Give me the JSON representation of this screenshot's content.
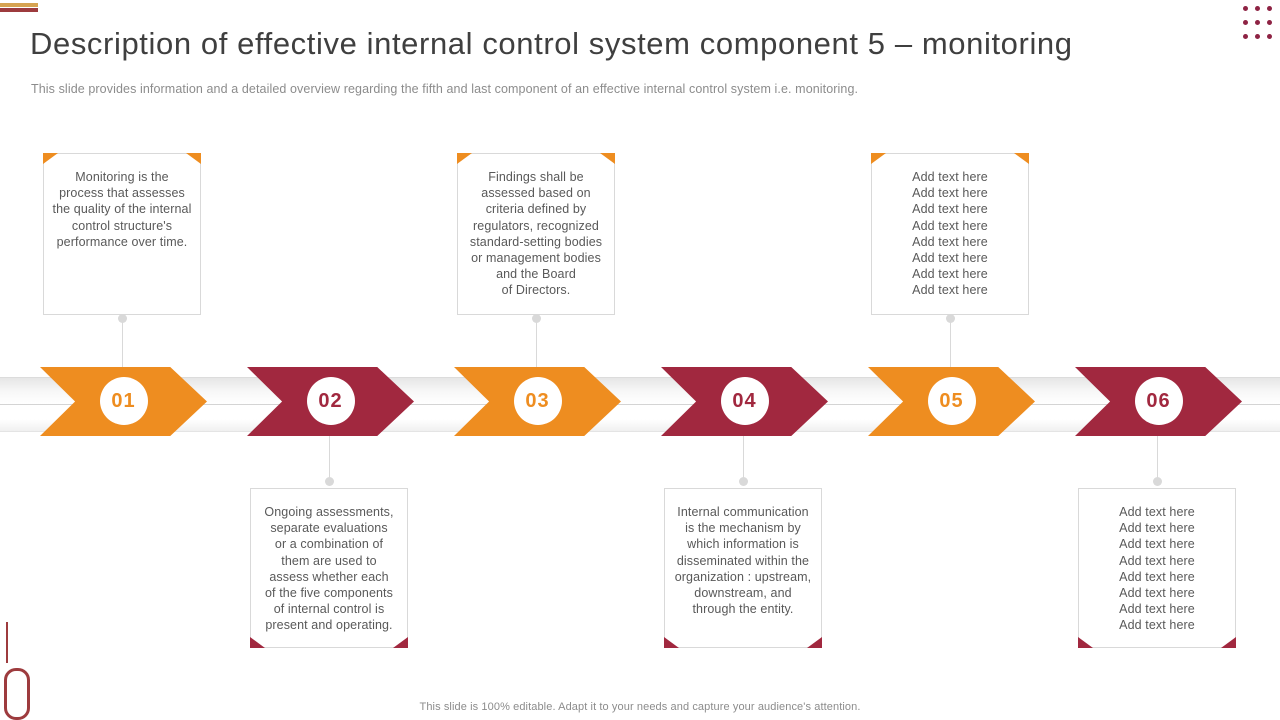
{
  "slide": {
    "title": "Description of effective internal control system component 5 – monitoring",
    "subtitle": "This slide provides information and a detailed overview regarding the fifth and last component of an effective internal control system i.e. monitoring.",
    "footer": "This slide is 100% editable. Adapt it to your needs and capture your audience's attention."
  },
  "colors": {
    "orange": "#EE8D20",
    "maroon": "#A1283F",
    "dots": "#8E2344",
    "box_border": "#D9D9D9",
    "body_text": "#595959",
    "muted_text": "#8C8C8C"
  },
  "timeline": {
    "stages": [
      {
        "number": "01",
        "color": "orange",
        "position": "top",
        "text": "Monitoring is the\nprocess that assesses\nthe quality of the internal\ncontrol structure's\nperformance over time."
      },
      {
        "number": "02",
        "color": "maroon",
        "position": "bottom",
        "text": "Ongoing assessments,\nseparate evaluations\nor a combination of\nthem are used to\nassess whether each\nof the five components\nof internal control is\npresent and operating."
      },
      {
        "number": "03",
        "color": "orange",
        "position": "top",
        "text": "Findings shall be\nassessed based on\ncriteria defined by\nregulators, recognized\nstandard-setting bodies\nor management bodies\nand the Board\nof Directors."
      },
      {
        "number": "04",
        "color": "maroon",
        "position": "bottom",
        "text": "Internal communication\nis the mechanism by\nwhich information is\ndisseminated within the\norganization : upstream,\ndownstream, and\nthrough the entity."
      },
      {
        "number": "05",
        "color": "orange",
        "position": "top",
        "text": "Add text here\nAdd text here\nAdd text here\nAdd text here\nAdd text here\nAdd text here\nAdd text here\nAdd text here"
      },
      {
        "number": "06",
        "color": "maroon",
        "position": "bottom",
        "text": "Add text here\nAdd text here\nAdd text here\nAdd text here\nAdd text here\nAdd text here\nAdd text here\nAdd text here"
      }
    ]
  }
}
